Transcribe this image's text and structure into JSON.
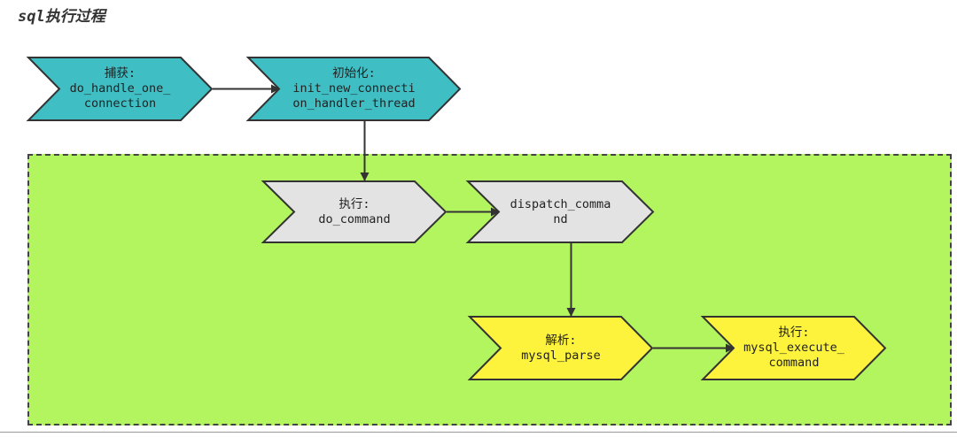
{
  "title": "sql执行过程",
  "colors": {
    "cyan": "#3fbec4",
    "gray": "#e3e3e3",
    "yellow": "#fdf23c",
    "group": "#b3f55f",
    "stroke": "#333333"
  },
  "nodes": {
    "capture": {
      "lines": [
        "捕获:",
        "do_handle_one_",
        "connection"
      ]
    },
    "init": {
      "lines": [
        "初始化:",
        "init_new_connecti",
        "on_handler_thread"
      ]
    },
    "execute": {
      "lines": [
        "执行:",
        "do_command"
      ]
    },
    "dispatch": {
      "lines": [
        "dispatch_comma",
        "nd"
      ]
    },
    "parse": {
      "lines": [
        "解析:",
        "mysql_parse"
      ]
    },
    "mysql_execute": {
      "lines": [
        "执行:",
        "mysql_execute_",
        "command"
      ]
    }
  },
  "edges": [
    {
      "from": "capture",
      "to": "init"
    },
    {
      "from": "init",
      "to": "execute"
    },
    {
      "from": "execute",
      "to": "dispatch"
    },
    {
      "from": "dispatch",
      "to": "parse"
    },
    {
      "from": "parse",
      "to": "mysql_execute"
    }
  ]
}
